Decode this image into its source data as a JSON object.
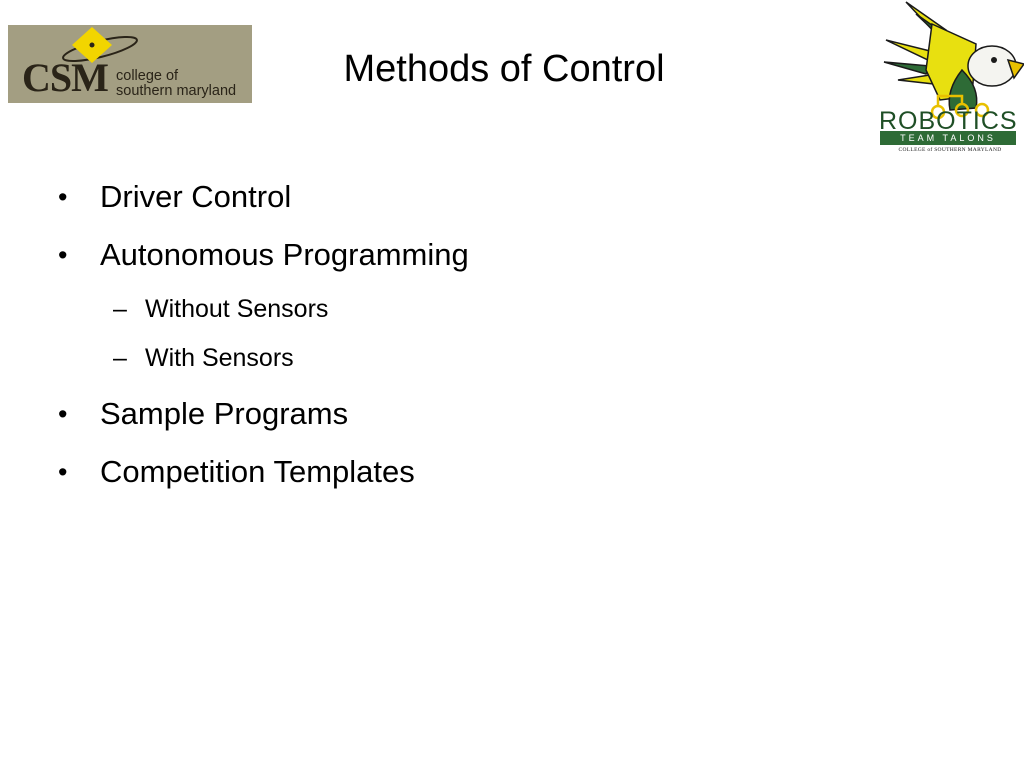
{
  "slide": {
    "title": "Methods of Control",
    "logos": {
      "csm": {
        "mark": "CSM",
        "line1": "college of",
        "line2": "southern maryland",
        "bg_color": "#a39e82",
        "accent_color": "#f2d500"
      },
      "robotics": {
        "word": "ROBOTICS",
        "team": "TEAM TALONS",
        "college": "COLLEGE of SOUTHERN MARYLAND",
        "green": "#2e6b36",
        "yellow": "#e8e010"
      }
    },
    "bullets": [
      {
        "level": 1,
        "symbol": "•",
        "text": "Driver Control"
      },
      {
        "level": 1,
        "symbol": "•",
        "text": "Autonomous Programming"
      },
      {
        "level": 2,
        "symbol": "–",
        "text": "Without Sensors"
      },
      {
        "level": 2,
        "symbol": "–",
        "text": "With Sensors"
      },
      {
        "level": 1,
        "symbol": "•",
        "text": "Sample Programs"
      },
      {
        "level": 1,
        "symbol": "•",
        "text": "Competition Templates"
      }
    ]
  }
}
